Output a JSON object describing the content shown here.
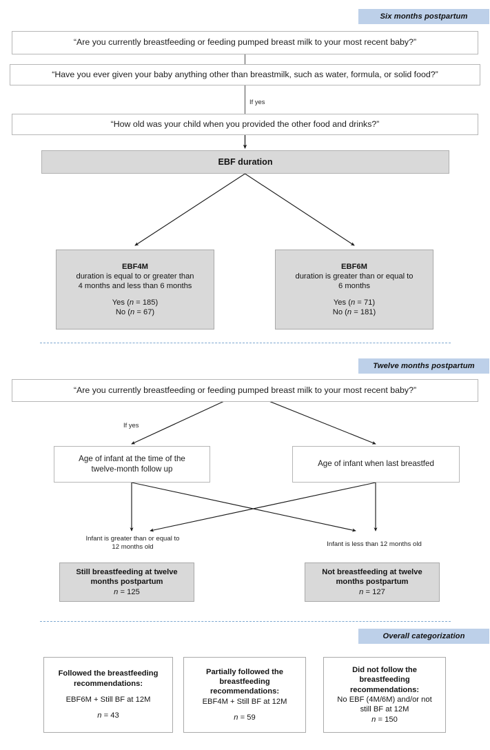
{
  "sections": [
    {
      "id": "six-months",
      "banner": "Six months postpartum"
    },
    {
      "id": "twelve-months",
      "banner": "Twelve months postpartum"
    },
    {
      "id": "overall",
      "banner": "Overall categorization"
    }
  ],
  "six_months": {
    "q1": "“Are you currently breastfeeding or feeding pumped breast milk to your most recent baby?”",
    "q2": "“Have you ever given your baby anything other than breastmilk, such as water, formula, or solid food?”",
    "edge_label_if_yes": "If yes",
    "q3": "“How old was your child when you provided the other food and drinks?”",
    "outcome_bar": "EBF duration",
    "ebf4m": {
      "title": "EBF4M",
      "line1": "duration is equal to or greater than",
      "line2": "4 months and less than 6 months",
      "yes": "Yes (",
      "yes_n": "n",
      "yes_val": " = 185)",
      "no": "No (",
      "no_n": "n",
      "no_val": " = 67)"
    },
    "ebf6m": {
      "title": "EBF6M",
      "line1": "duration is greater than or equal to",
      "line2": "6 months",
      "yes": "Yes (",
      "yes_n": "n",
      "yes_val": " = 71)",
      "no": "No (",
      "no_n": "n",
      "no_val": " = 181)"
    }
  },
  "twelve_months": {
    "q1": "“Are you currently breastfeeding or feeding pumped breast milk to your most recent baby?”",
    "edge_label_if_yes": "If yes",
    "left_box_line1": "Age of infant at the time of the",
    "left_box_line2": "twelve-month follow up",
    "right_box": "Age of infant when last breastfed",
    "left_cond_line1": "Infant is greater than or equal to",
    "left_cond_line2": "12 months old",
    "right_cond": "Infant is less than 12 months old",
    "still_bf": {
      "line1": "Still breastfeeding at twelve",
      "line2": "months postpartum",
      "n_symbol": "n",
      "n_value": " = 125"
    },
    "not_bf": {
      "line1": "Not breastfeeding at twelve",
      "line2": "months postpartum",
      "n_symbol": "n",
      "n_value": " = 127"
    }
  },
  "overall": {
    "cards": [
      {
        "title_line1": "Followed the breastfeeding",
        "title_line2": "recommendations:",
        "title_line3": "",
        "detail_line1": "EBF6M + Still BF at 12M",
        "detail_line2": "",
        "n_symbol": "n",
        "n_value": " = 43"
      },
      {
        "title_line1": "Partially followed the",
        "title_line2": "breastfeeding",
        "title_line3": "recommendations:",
        "detail_line1": "EBF4M + Still BF at 12M",
        "detail_line2": "",
        "n_symbol": "n",
        "n_value": " = 59"
      },
      {
        "title_line1": "Did not follow the",
        "title_line2": "breastfeeding",
        "title_line3": "recommendations:",
        "detail_line1": "No EBF (4M/6M) and/or not",
        "detail_line2": "still BF at 12M",
        "n_symbol": "n",
        "n_value": " = 150"
      }
    ]
  },
  "colors": {
    "banner_background": "#bdd0e9",
    "grey_fill": "#d9d9d9",
    "box_border": "#b6b6b6",
    "divider": "#7ba6d0",
    "connector": "#1a1a1a"
  }
}
